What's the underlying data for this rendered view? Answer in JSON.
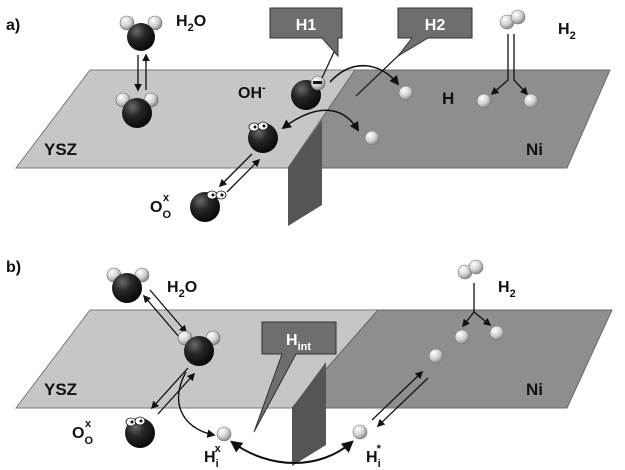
{
  "panels": [
    {
      "id": "a",
      "letter": "a)",
      "water": "H",
      "water_sub": "2",
      "water_tail": "O",
      "hydroxide": "OH",
      "hydroxide_sup": "-",
      "hydrogen_atom": "H",
      "hydrogen_gas": "H",
      "hydrogen_gas_sub": "2",
      "electrolyte": "YSZ",
      "metal": "Ni",
      "oxygen": "O",
      "oxygen_sub": "O",
      "oxygen_sup": "x",
      "tags": [
        "H1",
        "H2"
      ]
    },
    {
      "id": "b",
      "letter": "b)",
      "water": "H",
      "water_sub": "2",
      "water_tail": "O",
      "hydrogen_gas": "H",
      "hydrogen_gas_sub": "2",
      "electrolyte": "YSZ",
      "metal": "Ni",
      "oxygen": "O",
      "oxygen_sub": "O",
      "oxygen_sup": "x",
      "tag_main": "H",
      "tag_sub": "int",
      "interstitial_ysz": "H",
      "interstitial_ysz_sub": "i",
      "interstitial_ysz_sup": "x",
      "interstitial_ni": "H",
      "interstitial_ni_sub": "i",
      "interstitial_ni_sup": "*"
    }
  ],
  "colors": {
    "ysz_surface": "#c6c6c6",
    "ni_surface": "#8e8e8e",
    "interface_wall": "#555555",
    "tag_fill": "#6e6e6e",
    "oxygen_atom": "#1c1c1c",
    "hydrogen_atom": "#d4d4d4"
  }
}
